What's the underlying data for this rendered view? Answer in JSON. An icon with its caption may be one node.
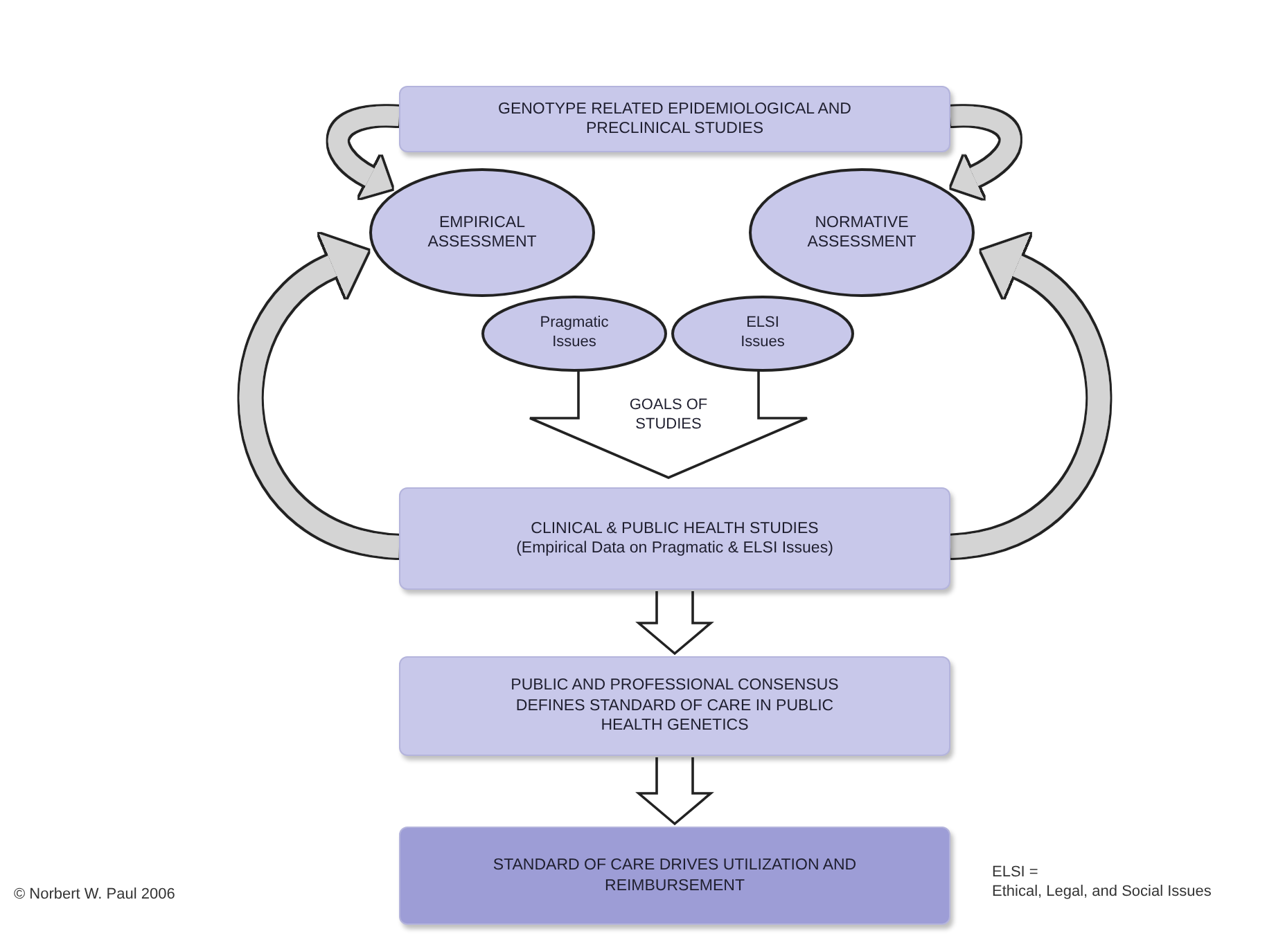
{
  "diagram": {
    "nodes": [
      {
        "text": [
          "GENOTYPE RELATED EPIDEMIOLOGICAL AND PRECLINICAL STUDIES"
        ]
      },
      {
        "text": [
          "EMPIRICAL ASSESSMENT"
        ]
      },
      {
        "text": [
          "NORMATIVE ASSESSMENT"
        ]
      },
      {
        "text": [
          "Pragmatic Issues"
        ]
      },
      {
        "text": [
          "ELSI Issues"
        ]
      },
      {
        "text": [
          "CLINICAL & PUBLIC HEALTH STUDIES",
          "(Empirical Data on Pragmatic & ELSI Issues)"
        ]
      },
      {
        "text": [
          "PUBLIC AND PROFESSIONAL CONSENSUS DEFINES STANDARD OF CARE IN PUBLIC HEALTH GENETICS"
        ]
      },
      {
        "text": [
          "STANDARD OF CARE DRIVES UTILIZATION AND REIMBURSEMENT"
        ]
      }
    ],
    "edges": [
      {
        "from": 0,
        "to": 1,
        "arrow": "to"
      },
      {
        "from": 0,
        "to": 2,
        "arrow": "to"
      },
      {
        "from": 3,
        "to": 5,
        "arrow": "to",
        "label": "GOALS OF STUDIES"
      },
      {
        "from": 4,
        "to": 5,
        "arrow": "to"
      },
      {
        "from": 5,
        "to": 1,
        "arrow": "to"
      },
      {
        "from": 5,
        "to": 2,
        "arrow": "to"
      },
      {
        "from": 5,
        "to": 6,
        "arrow": "to"
      },
      {
        "from": 6,
        "to": 7,
        "arrow": "to"
      }
    ],
    "labels": [
      "© Norbert W. Paul 2006",
      "ELSI =",
      "Ethical, Legal, and Social Issues"
    ]
  }
}
